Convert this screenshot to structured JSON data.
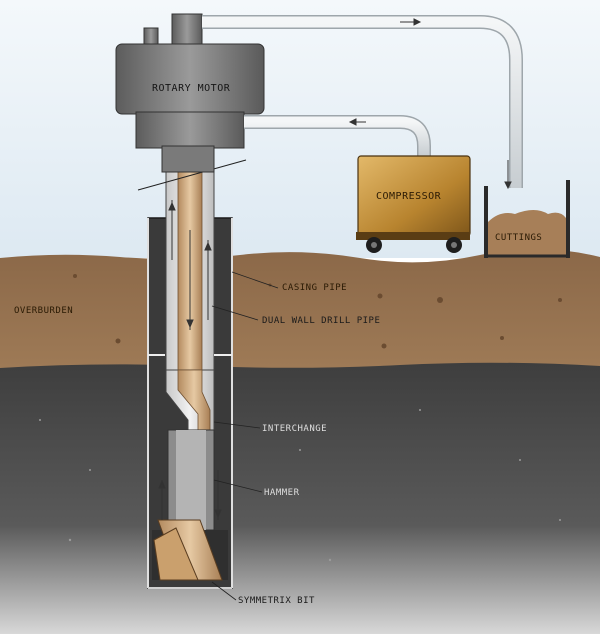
{
  "labels": {
    "rotary_motor": "ROTARY MOTOR",
    "compressor": "COMPRESSOR",
    "cuttings": "CUTTINGS",
    "overburden": "OVERBURDEN",
    "casing_pipe": "CASING PIPE",
    "dual_wall_drill_pipe": "DUAL WALL DRILL PIPE",
    "interchange": "INTERCHANGE",
    "hammer": "HAMMER",
    "symmetric_bit": "SYMMETRIX BIT"
  },
  "colors": {
    "sky": "#e6f1f8",
    "soil": "#8c6a4d",
    "rock": "#4a4a4a",
    "motor": "#6c6c6c",
    "compressor": "#c8953e",
    "hose": "#dfe3e6"
  }
}
